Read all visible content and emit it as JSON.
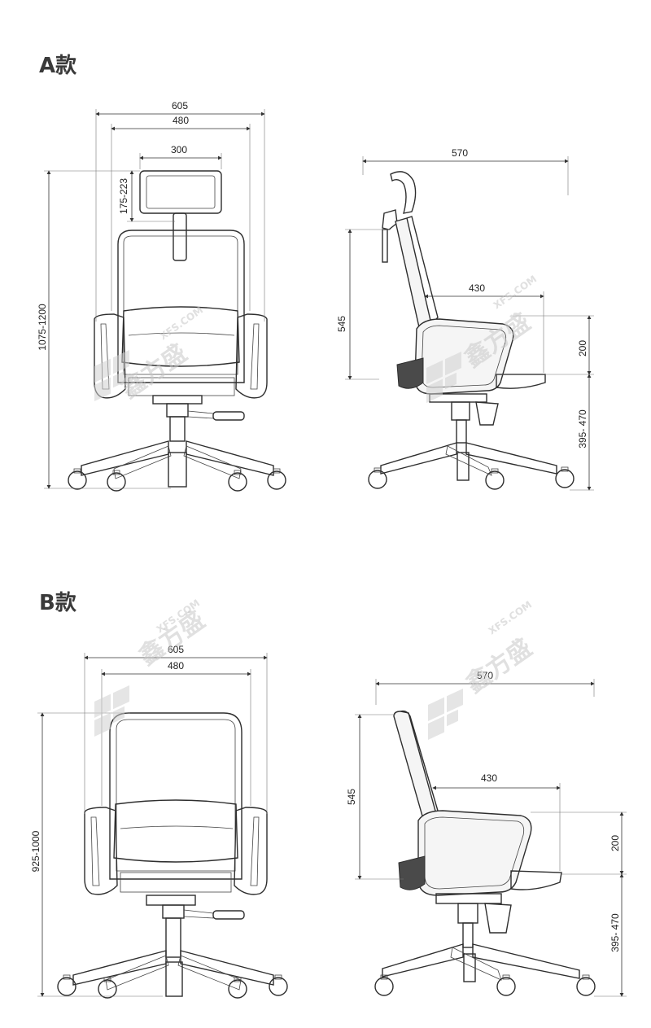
{
  "sections": [
    {
      "title": "A款",
      "front": {
        "width_overall": "605",
        "width_seat": "480",
        "headrest_width": "300",
        "headrest_adjust": "175-223",
        "height_total": "1075-1200"
      },
      "side": {
        "depth_overall": "570",
        "seat_depth": "430",
        "back_height": "545",
        "arm_height": "200",
        "seat_height": "395- 470"
      }
    },
    {
      "title": "B款",
      "front": {
        "width_overall": "605",
        "width_seat": "480",
        "height_total": "925-1000"
      },
      "side": {
        "depth_overall": "570",
        "seat_depth": "430",
        "back_height": "545",
        "arm_height": "200",
        "seat_height": "395- 470"
      }
    }
  ],
  "watermark": {
    "brand": "鑫方盛",
    "url": "XFS.COM"
  }
}
